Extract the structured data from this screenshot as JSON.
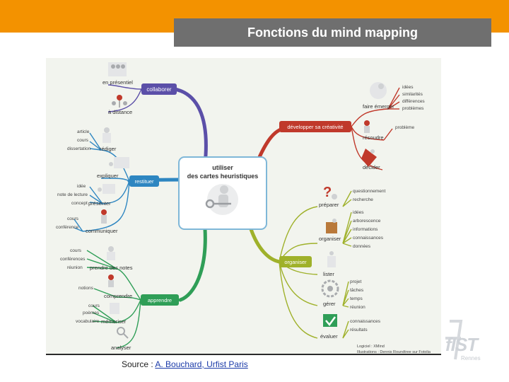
{
  "header": {
    "title": "Fonctions du mind mapping",
    "band_color": "#f39200"
  },
  "colors": {
    "title_box": "#6f6f6f",
    "collaborer": "#5b4fa8",
    "developper": "#c0392b",
    "restituer": "#2e86c1",
    "organiser": "#9fb12a",
    "apprendre": "#2f9e57",
    "panel": "#f2f4ee"
  },
  "mindmap": {
    "center": [
      "utiliser",
      "des cartes heuristiques"
    ],
    "main_branches": {
      "collaborer": "collaborer",
      "developper": "développer sa créativité",
      "restituer": "restituer",
      "organiser": "organiser",
      "apprendre": "apprendre"
    },
    "collaborer": {
      "en_presentiel": "en présentiel",
      "a_distance": "à distance"
    },
    "developper": {
      "faire_emerger": "faire émerger",
      "faire_emerger_items": [
        "idées",
        "similarités",
        "différences",
        "problèmes"
      ],
      "resoudre": "résoudre",
      "resoudre_items": [
        "problème"
      ],
      "decider": "décider"
    },
    "restituer": {
      "rediger": "rédiger",
      "rediger_items": [
        "article",
        "cours",
        "dissertation"
      ],
      "expliquer": "expliquer",
      "presenter": "présenter",
      "presenter_items": [
        "idée",
        "note de lecture",
        "concept"
      ],
      "communiquer": "communiquer",
      "communiquer_items": [
        "cours",
        "conférence"
      ]
    },
    "organiser": {
      "preparer": "préparer",
      "preparer_items": [
        "questionnement",
        "recherche"
      ],
      "organiser_sub": "organiser",
      "organiser_items": [
        "idées",
        "arborescence",
        "informations",
        "connaissances",
        "données"
      ],
      "lister": "lister",
      "gerer": "gérer",
      "gerer_items": [
        "projet",
        "tâches",
        "temps",
        "réunion"
      ],
      "evaluer": "évaluer",
      "evaluer_items": [
        "connaissances",
        "résultats"
      ]
    },
    "apprendre": {
      "prendre_notes": "prendre des notes",
      "prendre_notes_items": [
        "cours",
        "conférences",
        "réunion"
      ],
      "comprendre": "comprendre",
      "comprendre_items": [
        "notions"
      ],
      "memoriser": "mémoriser",
      "memoriser_items": [
        "cours",
        "poèmes",
        "vocabulaire"
      ],
      "analyser": "analyser"
    },
    "credits": [
      "Logiciel : XMind",
      "Illustrations : Dennis Roundtree sur Fotolia"
    ]
  },
  "source": {
    "prefix": "Source : ",
    "link_text": "A. Bouchard, Urfist Paris"
  },
  "logo": {
    "name": "URFIST",
    "mark": "fIST",
    "city": "Rennes"
  }
}
